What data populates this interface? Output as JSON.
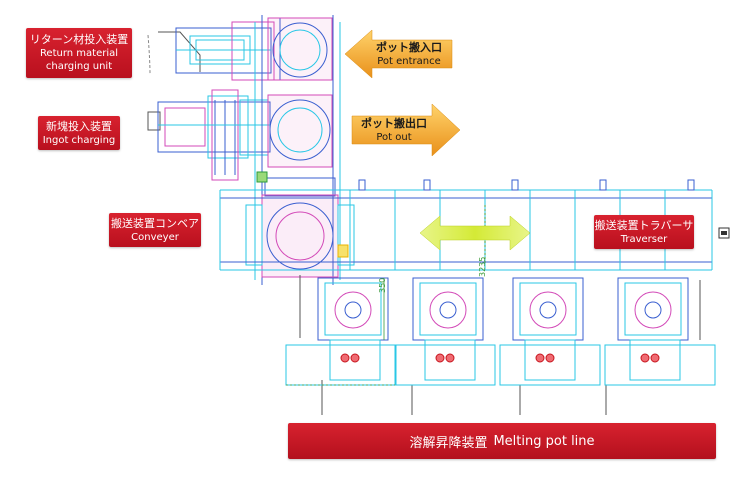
{
  "labels": {
    "return_material": {
      "jp": "リターン材投入装置",
      "en_line1": "Return material",
      "en_line2": "charging unit"
    },
    "ingot_charging": {
      "jp": "新塊投入装置",
      "en": "Ingot charging"
    },
    "conveyer": {
      "jp": "搬送装置コンベア",
      "en": "Conveyer"
    },
    "traverser": {
      "jp": "搬送装置トラバーサ",
      "en": "Traverser"
    },
    "pot_entrance": {
      "jp": "ポット搬入口",
      "en": "Pot entrance"
    },
    "pot_out": {
      "jp": "ポット搬出口",
      "en": "Pot out"
    },
    "melting_pot_line": {
      "jp": "溶解昇降装置",
      "en": "Melting pot line"
    }
  },
  "dimensions": {
    "vertical_1": "350",
    "vertical_2": "3235"
  },
  "colors": {
    "label_red": "#c8161f",
    "arrow_orange": "#f0a01e",
    "arrow_green": "#d6ea3e",
    "line_cyan": "#29c7e6",
    "line_blue": "#3a5fd0",
    "line_magenta": "#d34ab8",
    "dim_green": "#3a9a3a"
  },
  "icons": [
    "arrow-left-icon",
    "arrow-right-icon",
    "double-arrow-icon",
    "small-device-icon"
  ]
}
